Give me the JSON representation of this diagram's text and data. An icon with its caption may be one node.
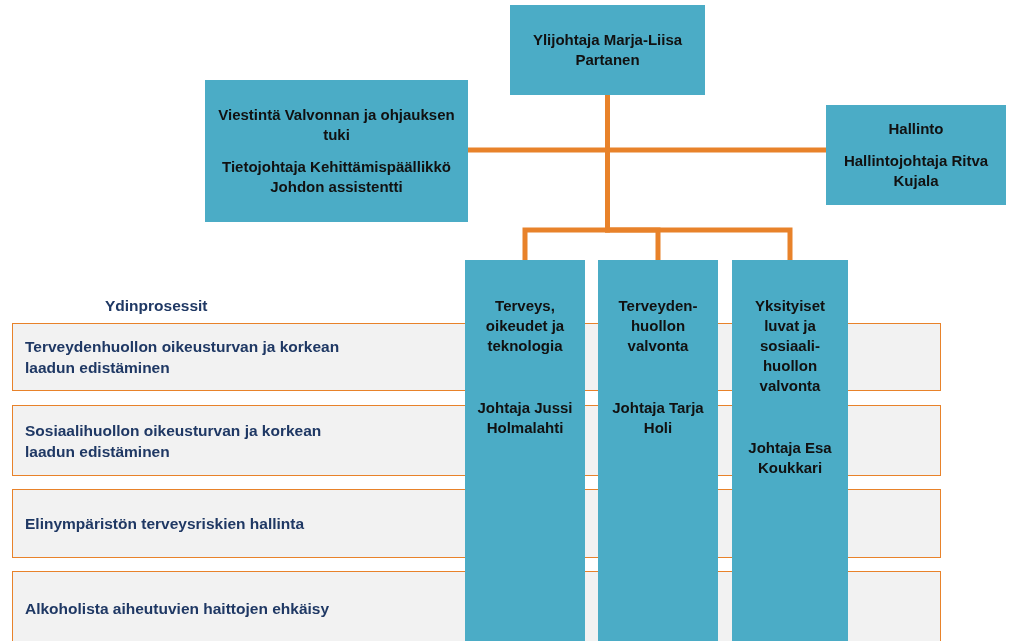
{
  "diagram": {
    "nodes": [
      {
        "text": [
          "Ylijohtaja Marja-Liisa Partanen"
        ]
      },
      {
        "text": [
          "Viestintä Valvonnan ja ohjauksen tuki",
          "Tietojohtaja Kehittämispäällikkö Johdon assistentti"
        ]
      },
      {
        "text": [
          "Hallinto",
          "Hallintojohtaja Ritva Kujala"
        ]
      },
      {
        "text": [
          "Terveys, oikeudet ja teknologia",
          "Johtaja Jussi Holmalahti"
        ]
      },
      {
        "text": [
          "Terveyden- huollon valvonta",
          "Johtaja Tarja Holi"
        ]
      },
      {
        "text": [
          "Yksityiset luvat ja sosiaali- huollon valvonta",
          "Johtaja Esa Koukkari"
        ]
      },
      {
        "text": [
          "Terveydenhuollon oikeusturvan ja korkean laadun edistäminen"
        ]
      },
      {
        "text": [
          "Sosiaalihuollon oikeusturvan ja korkean laadun edistäminen"
        ]
      },
      {
        "text": [
          "Elinympäristön terveysriskien hallinta"
        ]
      },
      {
        "text": [
          "Alkoholista aiheutuvien haittojen ehkäisy"
        ]
      }
    ],
    "edges": [
      {
        "from": 0,
        "to": 1,
        "arrow": "none"
      },
      {
        "from": 0,
        "to": 2,
        "arrow": "none"
      },
      {
        "from": 0,
        "to": 3,
        "arrow": "none"
      },
      {
        "from": 0,
        "to": 4,
        "arrow": "none"
      },
      {
        "from": 0,
        "to": 5,
        "arrow": "none"
      }
    ],
    "labels": [
      "Ydinprosessit"
    ]
  }
}
